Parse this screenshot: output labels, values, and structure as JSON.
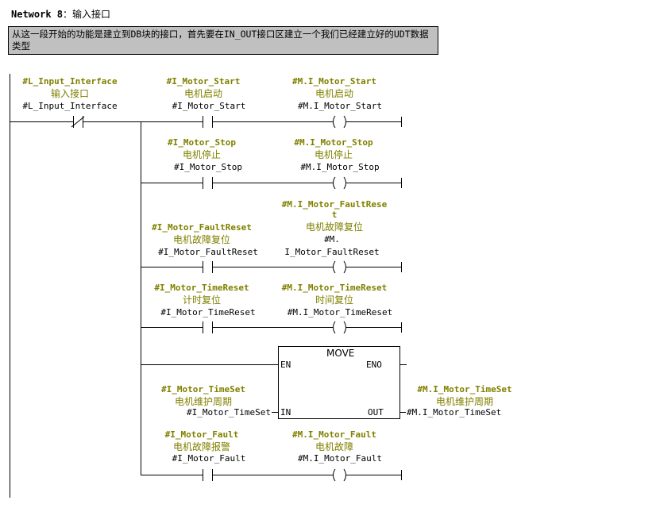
{
  "network": {
    "prefix": "Network 8",
    "title": "：输入接口"
  },
  "comment": "从这一段开始的功能是建立到DB块的接口，首先要在IN_OUT接口区建立一个我们已经建立好的UDT数据类型",
  "contact0": {
    "symbol": "#L_Input_Interface",
    "comment": "输入接口",
    "address": "#L_Input_Interface",
    "type": "normally-closed"
  },
  "rungs": [
    {
      "contact_symbol": "#I_Motor_Start",
      "contact_comment": "电机启动",
      "contact_address": "#I_Motor_Start",
      "coil_symbol": "#M.I_Motor_Start",
      "coil_comment": "电机启动",
      "coil_address": "#M.I_Motor_Start"
    },
    {
      "contact_symbol": "#I_Motor_Stop",
      "contact_comment": "电机停止",
      "contact_address": "#I_Motor_Stop",
      "coil_symbol": "#M.I_Motor_Stop",
      "coil_comment": "电机停止",
      "coil_address": "#M.I_Motor_Stop"
    },
    {
      "contact_symbol": "#I_Motor_FaultReset",
      "contact_comment": "电机故障复位",
      "contact_address": "#I_Motor_FaultReset",
      "coil_symbol_1": "#M.I_Motor_FaultRese",
      "coil_symbol_2": "t",
      "coil_comment": "电机故障复位",
      "coil_address_1": "#M.",
      "coil_address_2": "I_Motor_FaultReset"
    },
    {
      "contact_symbol": "#I_Motor_TimeReset",
      "contact_comment": "计时复位",
      "contact_address": "#I_Motor_TimeReset",
      "coil_symbol": "#M.I_Motor_TimeReset",
      "coil_comment": "时间复位",
      "coil_address": "#M.I_Motor_TimeReset"
    }
  ],
  "move": {
    "title": "MOVE",
    "en": "EN",
    "eno": "ENO",
    "in": "IN",
    "out": "OUT",
    "in_symbol": "#I_Motor_TimeSet",
    "in_comment": "电机维护周期",
    "in_address": "#I_Motor_TimeSet",
    "out_symbol": "#M.I_Motor_TimeSet",
    "out_comment": "电机维护周期",
    "out_address": "#M.I_Motor_TimeSet"
  },
  "last": {
    "contact_symbol": "#I_Motor_Fault",
    "contact_comment": "电机故障报警",
    "contact_address": "#I_Motor_Fault",
    "coil_symbol": "#M.I_Motor_Fault",
    "coil_comment": "电机故障",
    "coil_address": "#M.I_Motor_Fault"
  },
  "glyphs": {
    "nc_contact": "—/—",
    "no_contact": "| |",
    "coil": "( )"
  }
}
